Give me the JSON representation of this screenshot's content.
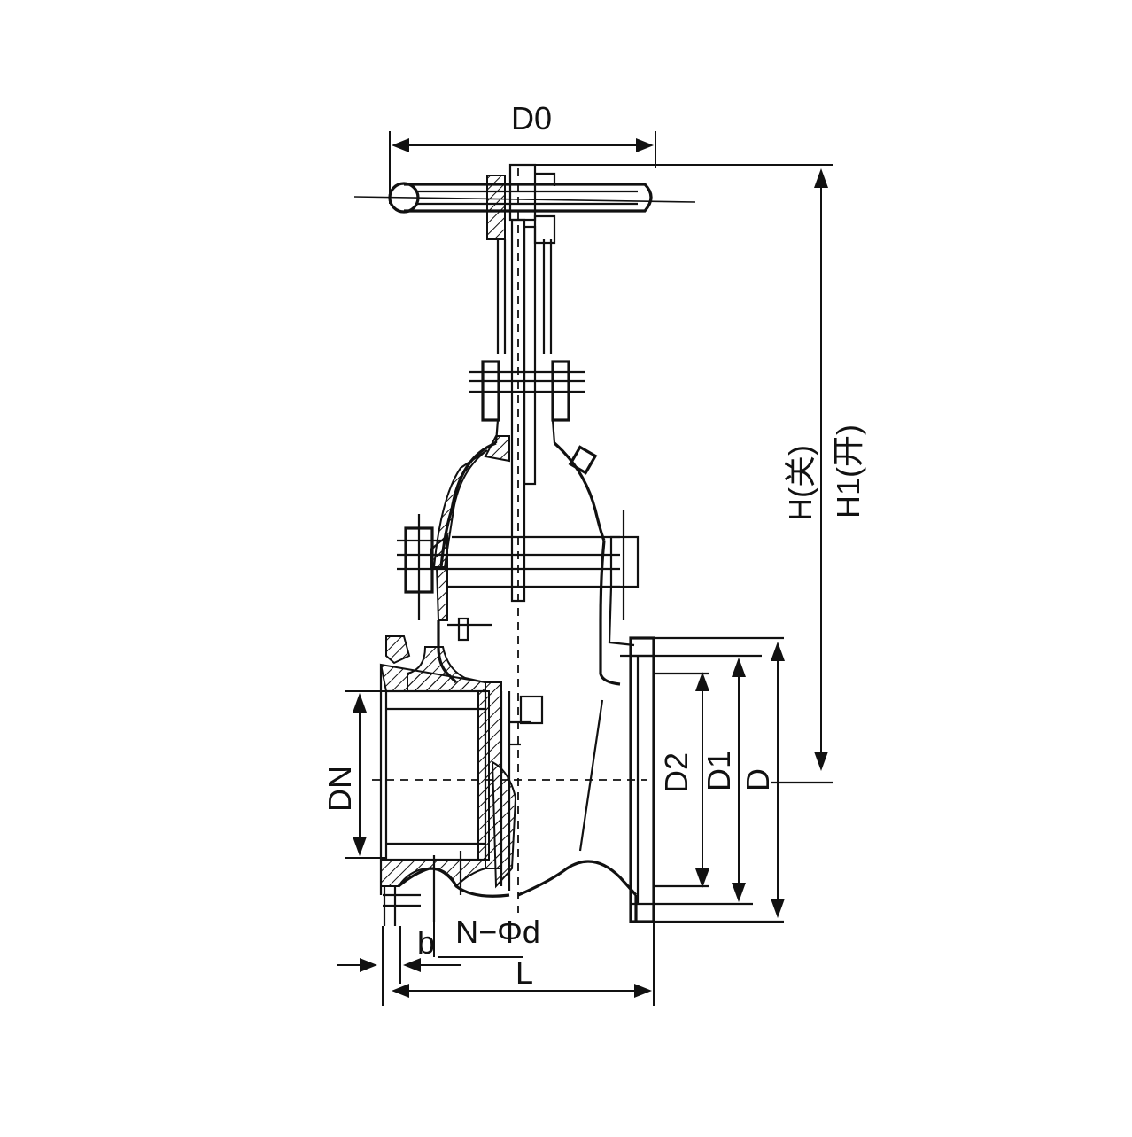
{
  "labels": {
    "d0": "D0",
    "h_closed": "H(关)",
    "h1_open": "H1(开)",
    "d2": "D2",
    "d1": "D1",
    "d": "D",
    "dn": "DN",
    "b": "b",
    "n_phi_d": "N−Φd",
    "l": "L"
  },
  "colors": {
    "line": "#111111",
    "background": "#ffffff"
  }
}
